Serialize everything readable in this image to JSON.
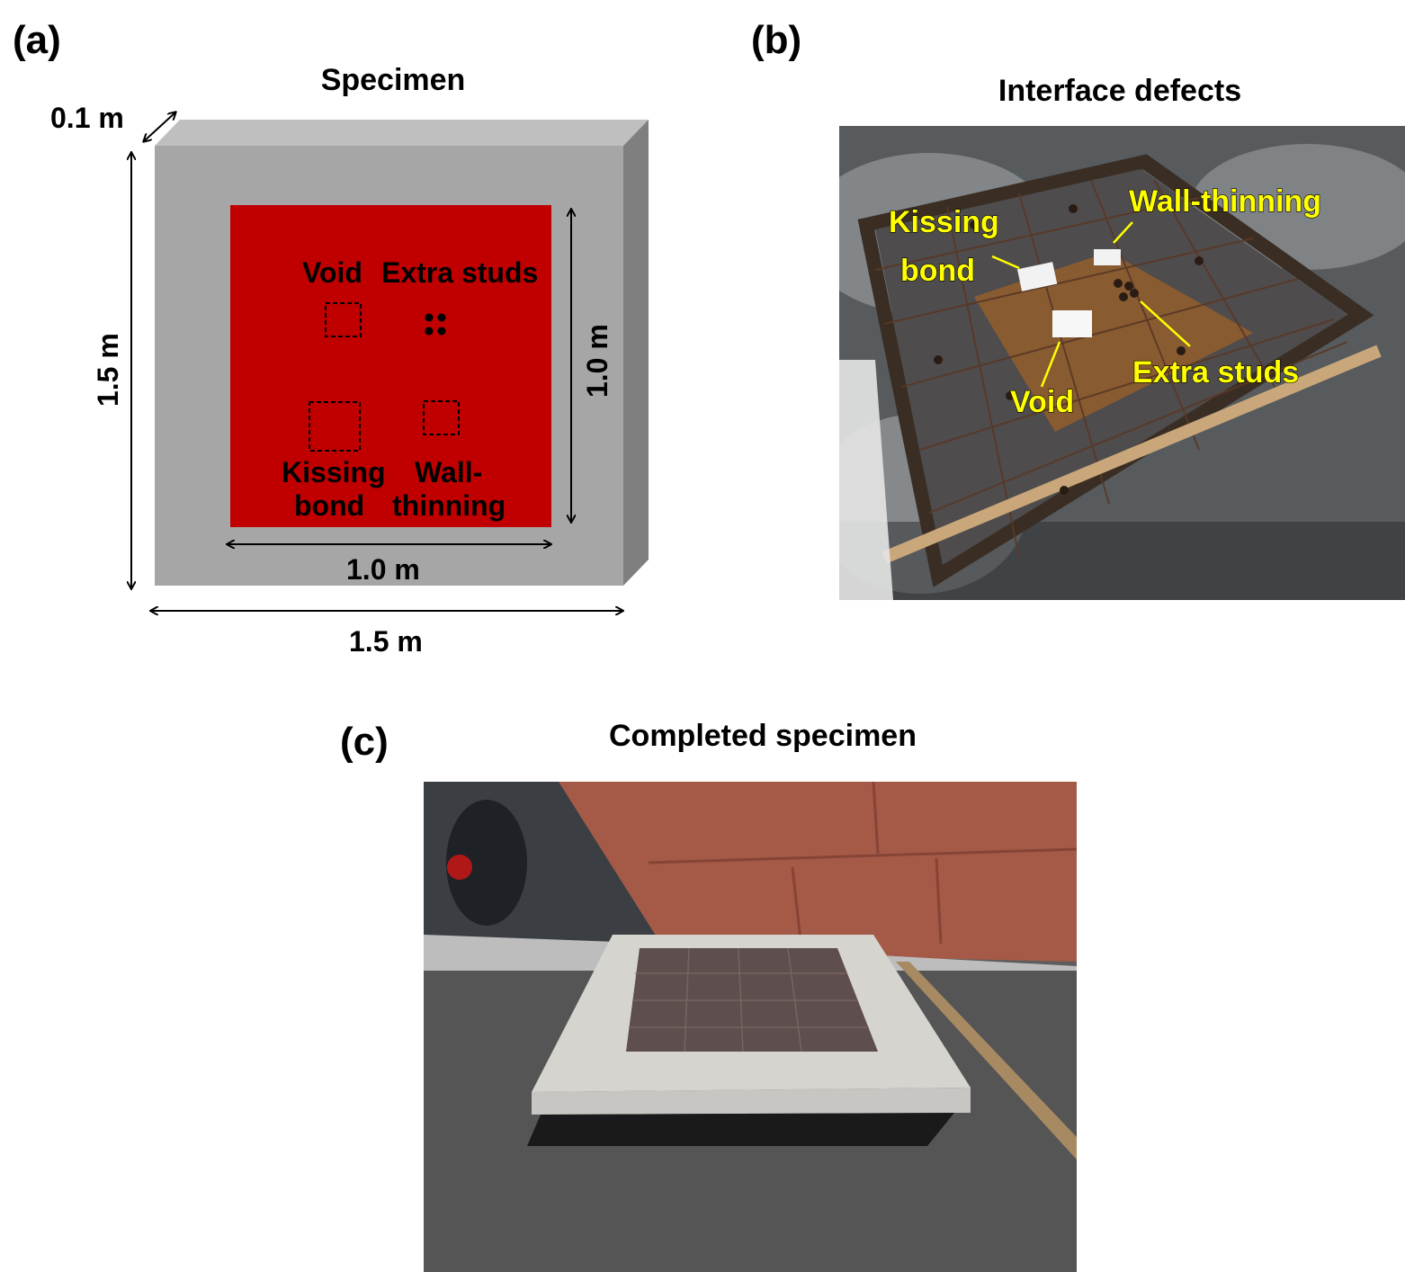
{
  "panels": {
    "a": {
      "label": "(a)",
      "title": "Specimen",
      "dims": {
        "thickness": "0.1 m",
        "outer_height": "1.5 m",
        "outer_width": "1.5 m",
        "inner_height": "1.0 m",
        "inner_width": "1.0 m"
      },
      "defects": {
        "void": "Void",
        "extra_studs": "Extra studs",
        "kissing_1": "Kissing",
        "kissing_2": "bond",
        "wall_1": "Wall-",
        "wall_2": "thinning"
      },
      "colors": {
        "front": "#a6a6a6",
        "top": "#bfbfbf",
        "side": "#7f7f7f",
        "plate": "#c00000"
      }
    },
    "b": {
      "label": "(b)",
      "title": "Interface defects",
      "annotations": {
        "kissing_1": "Kissing",
        "kissing_2": "bond",
        "wall": "Wall-thinning",
        "studs": "Extra studs",
        "void": "Void"
      }
    },
    "c": {
      "label": "(c)",
      "title": "Completed specimen"
    }
  }
}
